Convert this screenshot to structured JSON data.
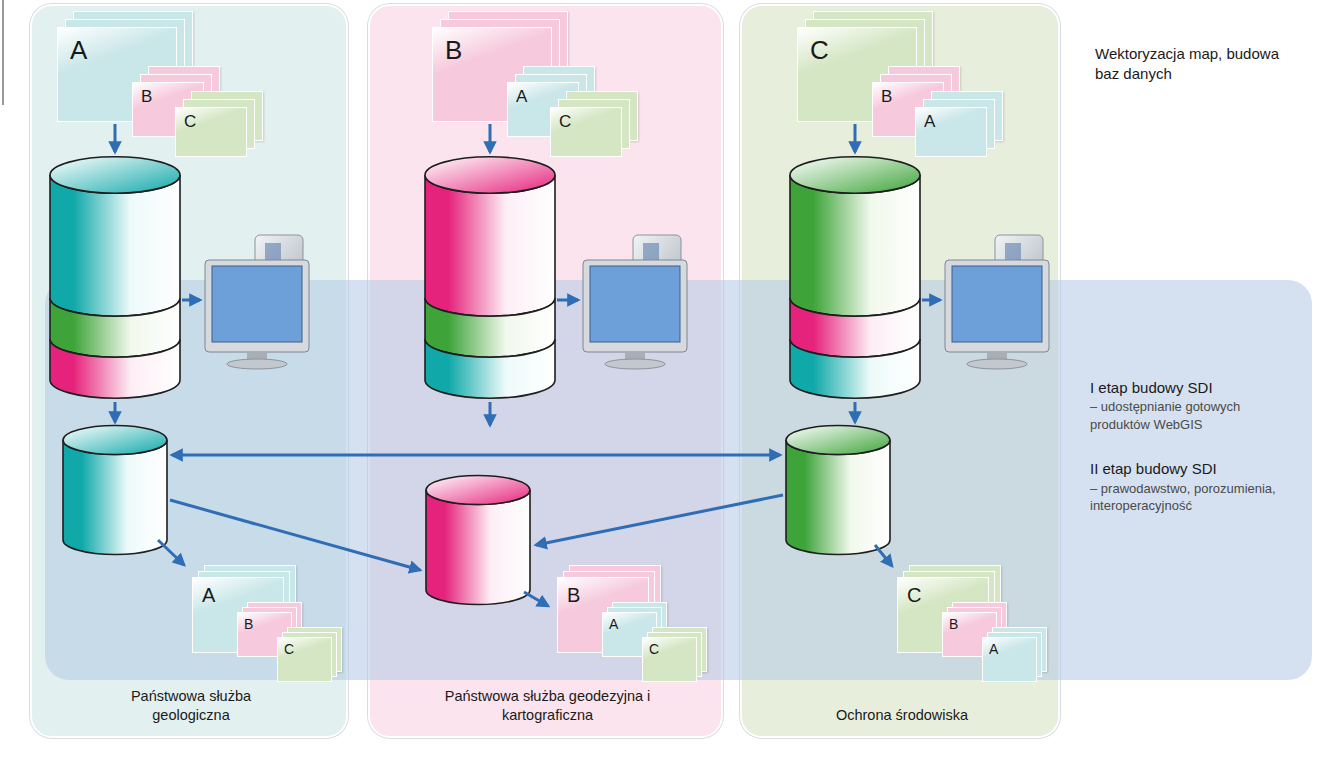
{
  "diagram": {
    "nodes": [
      {
        "text": [
          "Państwowa służba geologiczna"
        ]
      },
      {
        "text": [
          "A"
        ],
        "in": 0
      },
      {
        "text": [
          "B"
        ],
        "in": 0
      },
      {
        "text": [
          "C"
        ],
        "in": 0
      },
      {
        "text": [
          "A"
        ],
        "in": 0
      },
      {
        "text": [
          "B"
        ],
        "in": 0
      },
      {
        "text": [
          "C"
        ],
        "in": 0
      },
      {
        "text": [
          "Państwowa służba geodezyjna i kartograficzna"
        ]
      },
      {
        "text": [
          "B"
        ],
        "in": 7
      },
      {
        "text": [
          "A"
        ],
        "in": 7
      },
      {
        "text": [
          "C"
        ],
        "in": 7
      },
      {
        "text": [
          "B"
        ],
        "in": 7
      },
      {
        "text": [
          "A"
        ],
        "in": 7
      },
      {
        "text": [
          "C"
        ],
        "in": 7
      },
      {
        "text": [
          "Ochrona środowiska"
        ]
      },
      {
        "text": [
          "C"
        ],
        "in": 14
      },
      {
        "text": [
          "B"
        ],
        "in": 14
      },
      {
        "text": [
          "A"
        ],
        "in": 14
      },
      {
        "text": [
          "C"
        ],
        "in": 14
      },
      {
        "text": [
          "B"
        ],
        "in": 14
      },
      {
        "text": [
          "A"
        ],
        "in": 14
      },
      {
        "text": [
          "I etap budowy SDI",
          "– udostępnianie gotowych produktów WebGIS",
          "II etap budowy SDI",
          "– prawodawstwo, porozumienia, interoperacyjność"
        ]
      }
    ],
    "labels": [
      "Wektoryzacja map, budowa baz danych"
    ]
  }
}
